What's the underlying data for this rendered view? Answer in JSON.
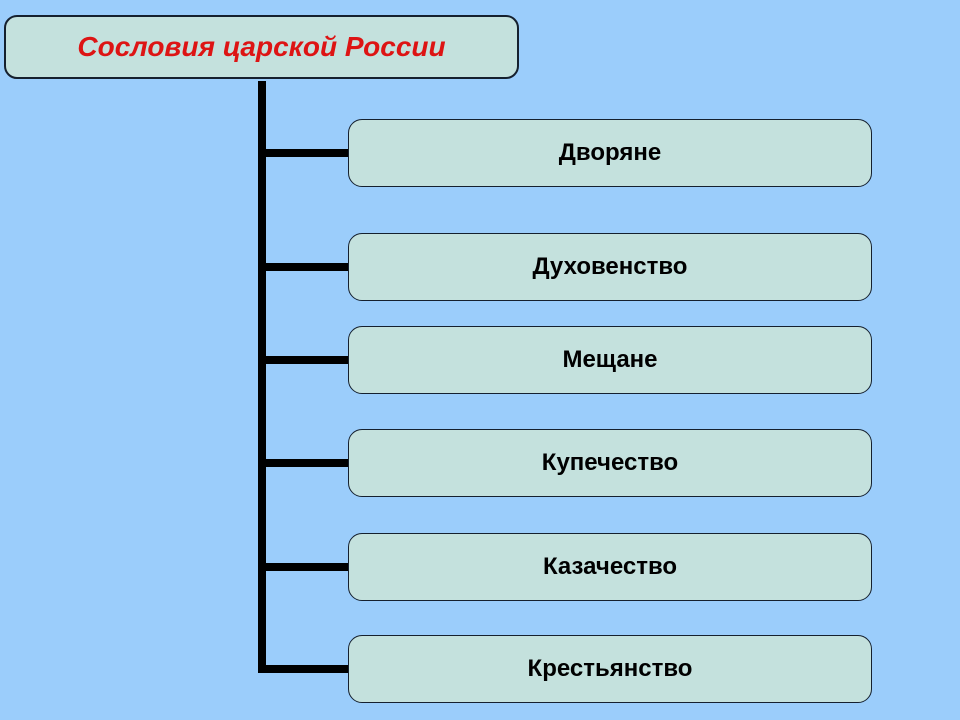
{
  "colors": {
    "bg": "#9bcdfb",
    "box-fill": "#c4e1dd",
    "box-border": "#15202e",
    "title-text": "#dd1414",
    "node-text": "#000000",
    "connector": "#000000"
  },
  "diagram": {
    "type": "tree",
    "title": {
      "label": "Сословия царской России"
    },
    "nodes": [
      {
        "label": "Дворяне"
      },
      {
        "label": "Духовенство"
      },
      {
        "label": "Мещане"
      },
      {
        "label": "Купечество"
      },
      {
        "label": "Казачество"
      },
      {
        "label": "Крестьянство"
      }
    ]
  }
}
